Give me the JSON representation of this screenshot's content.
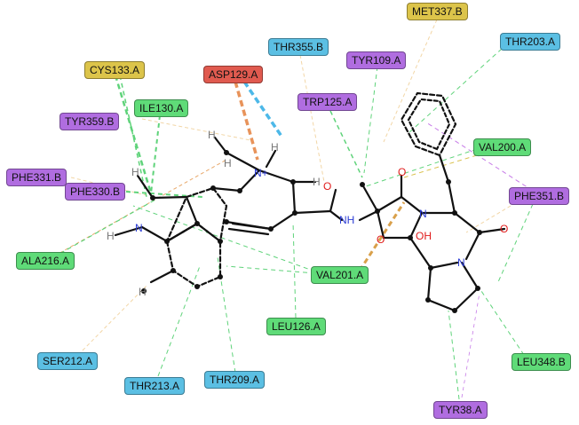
{
  "colors": {
    "blue": "#5bbfe3",
    "purple": "#b06de0",
    "green": "#5fdb78",
    "yellow": "#dcc44a",
    "red": "#e05a4f",
    "hbond": "#5fd37a",
    "hydrophobic": "#f2d6a6",
    "salt_orange": "#e8935a",
    "salt_blue": "#4cb8e8",
    "pi": "#c77be8",
    "nitrogen": "#2a3bd4",
    "oxygen": "#e01b1b",
    "hydrogen": "#777777"
  },
  "residues": [
    {
      "id": "met337",
      "label": "MET337.B",
      "color": "yellow"
    },
    {
      "id": "thr203",
      "label": "THR203.A",
      "color": "blue"
    },
    {
      "id": "thr355",
      "label": "THR355.B",
      "color": "blue"
    },
    {
      "id": "tyr109",
      "label": "TYR109.A",
      "color": "purple"
    },
    {
      "id": "cys133",
      "label": "CYS133.A",
      "color": "yellow"
    },
    {
      "id": "asp129",
      "label": "ASP129.A",
      "color": "red"
    },
    {
      "id": "ile130",
      "label": "ILE130.A",
      "color": "green"
    },
    {
      "id": "trp125",
      "label": "TRP125.A",
      "color": "purple"
    },
    {
      "id": "tyr359",
      "label": "TYR359.B",
      "color": "purple"
    },
    {
      "id": "val200",
      "label": "VAL200.A",
      "color": "green"
    },
    {
      "id": "phe331",
      "label": "PHE331.B",
      "color": "purple"
    },
    {
      "id": "phe330",
      "label": "PHE330.B",
      "color": "purple"
    },
    {
      "id": "phe351",
      "label": "PHE351.B",
      "color": "purple"
    },
    {
      "id": "ala216",
      "label": "ALA216.A",
      "color": "green"
    },
    {
      "id": "val201",
      "label": "VAL201.A",
      "color": "green"
    },
    {
      "id": "leu126",
      "label": "LEU126.A",
      "color": "green"
    },
    {
      "id": "ser212",
      "label": "SER212.A",
      "color": "blue"
    },
    {
      "id": "leu348",
      "label": "LEU348.B",
      "color": "green"
    },
    {
      "id": "thr213",
      "label": "THR213.A",
      "color": "blue"
    },
    {
      "id": "thr209",
      "label": "THR209.A",
      "color": "blue"
    },
    {
      "id": "tyr38",
      "label": "TYR38.A",
      "color": "purple"
    }
  ],
  "atoms": {
    "n_plus": "N+",
    "h": "H",
    "n": "N",
    "o": "O",
    "nh": "NH",
    "oh": "OH"
  }
}
